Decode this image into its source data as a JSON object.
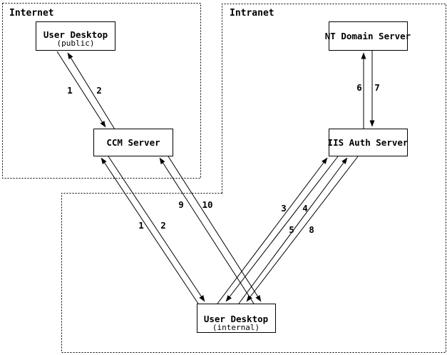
{
  "title": "Authentication message flow diagram",
  "colors": {
    "background": "#ffffff",
    "line": "#000000",
    "box_fill": "#ffffff"
  },
  "regions": {
    "internet": {
      "label": "Internet"
    },
    "intranet": {
      "label": "Intranet"
    }
  },
  "nodes": {
    "user_desktop_public": {
      "title": "User Desktop",
      "subtitle": "(public)"
    },
    "ccm_server": {
      "title": "CCM Server"
    },
    "nt_domain_server": {
      "title": "NT Domain Server"
    },
    "iis_auth_server": {
      "title": "IIS Auth Server"
    },
    "user_desktop_internal": {
      "title": "User Desktop",
      "subtitle": "(internal)"
    }
  },
  "edges": [
    {
      "label": "1",
      "from": "User Desktop (public)",
      "to": "CCM Server"
    },
    {
      "label": "2",
      "from": "CCM Server",
      "to": "User Desktop (public)"
    },
    {
      "label": "1",
      "from": "User Desktop (internal)",
      "to": "CCM Server"
    },
    {
      "label": "2",
      "from": "CCM Server",
      "to": "User Desktop (internal)"
    },
    {
      "label": "9",
      "from": "User Desktop (internal)",
      "to": "CCM Server"
    },
    {
      "label": "10",
      "from": "CCM Server",
      "to": "User Desktop (internal)"
    },
    {
      "label": "3",
      "from": "User Desktop (internal)",
      "to": "IIS Auth Server"
    },
    {
      "label": "4",
      "from": "IIS Auth Server",
      "to": "User Desktop (internal)"
    },
    {
      "label": "5",
      "from": "User Desktop (internal)",
      "to": "IIS Auth Server"
    },
    {
      "label": "8",
      "from": "IIS Auth Server",
      "to": "User Desktop (internal)"
    },
    {
      "label": "6",
      "from": "IIS Auth Server",
      "to": "NT Domain Server"
    },
    {
      "label": "7",
      "from": "NT Domain Server",
      "to": "IIS Auth Server"
    }
  ]
}
